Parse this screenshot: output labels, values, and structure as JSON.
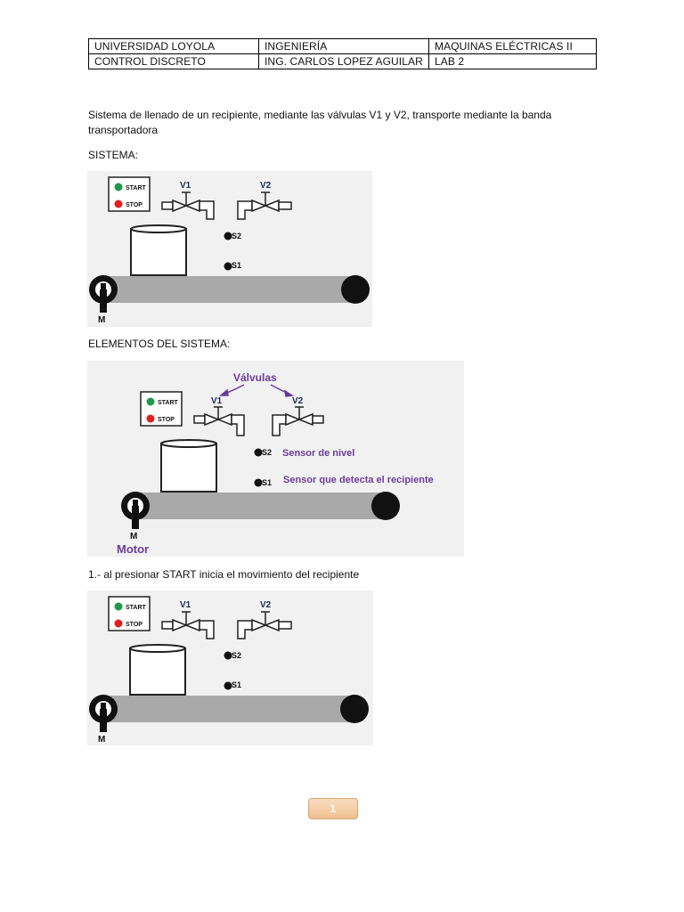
{
  "header": {
    "rows": [
      [
        "UNIVERSIDAD LOYOLA",
        "INGENIERÍA",
        "MAQUINAS ELÉCTRICAS II"
      ],
      [
        "CONTROL DISCRETO",
        "ING. CARLOS LOPEZ AGUILAR",
        "LAB 2"
      ]
    ]
  },
  "intro": "Sistema de llenado de un recipiente, mediante las válvulas V1 y V2, transporte mediante la banda transportadora",
  "section_sistema": "SISTEMA:",
  "section_elementos": "ELEMENTOS DEL SISTEMA:",
  "step1": "1.- al presionar START inicia el movimiento del recipiente",
  "diagram": {
    "start": "START",
    "stop": "STOP",
    "v1": "V1",
    "v2": "V2",
    "s1": "S1",
    "s2": "S2",
    "m": "M"
  },
  "elements_labels": {
    "valvulas": "Válvulas",
    "sensor_nivel": "Sensor de nivel",
    "sensor_recipiente": "Sensor que detecta el recipiente",
    "motor": "Motor"
  },
  "colors": {
    "start_led": "#1e9a4a",
    "stop_led": "#e02020",
    "annotation": "#6a3d9a",
    "belt": "#a9a9a9",
    "page_badge": "#efc08f"
  },
  "page_number": "1"
}
